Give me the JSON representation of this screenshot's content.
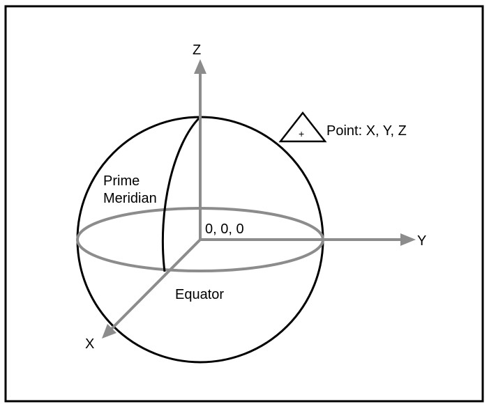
{
  "labels": {
    "z_axis": "Z",
    "y_axis": "Y",
    "x_axis": "X",
    "origin": "0, 0, 0",
    "prime_meridian_line1": "Prime",
    "prime_meridian_line2": "Meridian",
    "equator": "Equator",
    "point": "Point: X, Y, Z",
    "point_marker": "+"
  },
  "colors": {
    "axis": "#8c8c8c",
    "equator": "#8c8c8c",
    "sphere_outline": "#000000",
    "meridian": "#000000",
    "border": "#000000"
  }
}
